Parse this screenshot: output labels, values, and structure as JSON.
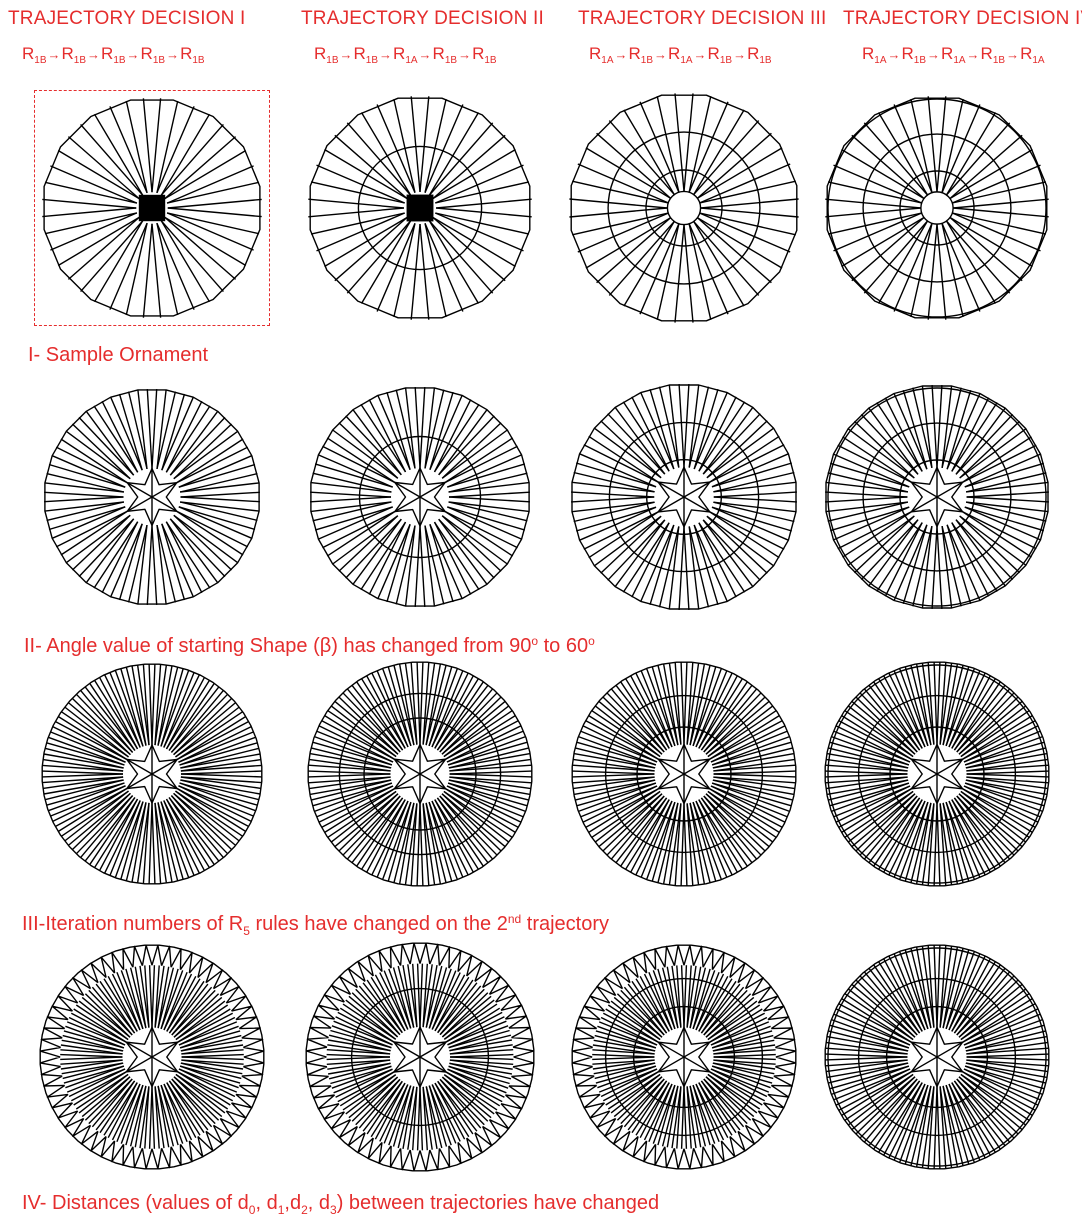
{
  "columns": [
    {
      "title": "TRAJECTORY DECISION I",
      "sequence": [
        "1B",
        "1B",
        "1B",
        "1B",
        "1B"
      ]
    },
    {
      "title": "TRAJECTORY DECISION II",
      "sequence": [
        "1B",
        "1B",
        "1A",
        "1B",
        "1B"
      ]
    },
    {
      "title": "TRAJECTORY DECISION III",
      "sequence": [
        "1A",
        "1B",
        "1A",
        "1B",
        "1B"
      ]
    },
    {
      "title": "TRAJECTORY DECISION IV",
      "sequence": [
        "1A",
        "1B",
        "1A",
        "1B",
        "1A"
      ]
    }
  ],
  "rule_letter": "R",
  "arrow": "→",
  "rows": [
    {
      "caption": "I- Sample Ornament"
    },
    {
      "caption_parts": [
        "II- Angle value of starting Shape (β) has changed from 90",
        "o",
        " to 60",
        "o"
      ]
    },
    {
      "caption_parts": [
        "III-Iteration numbers of R",
        "5",
        " rules have changed on the 2",
        "nd",
        " trajectory"
      ]
    },
    {
      "caption_parts": [
        "IV- Distances (values of d",
        "0",
        ", d",
        "1",
        ",d",
        "2",
        ", d",
        "3",
        ") between trajectories have changed"
      ]
    }
  ],
  "ornaments": [
    {
      "name": "ornament-r1-c1",
      "sides": 16,
      "spokes": 20,
      "rings": [],
      "center": "square",
      "double_border": false
    },
    {
      "name": "ornament-r1-c2",
      "sides": 16,
      "spokes": 20,
      "rings": [
        0.55
      ],
      "center": "square",
      "double_border": false
    },
    {
      "name": "ornament-r1-c3",
      "sides": 16,
      "spokes": 20,
      "rings": [
        0.33,
        0.66
      ],
      "center": "circle",
      "double_border": false
    },
    {
      "name": "ornament-r1-c4",
      "sides": 16,
      "spokes": 20,
      "rings": [
        0.33,
        0.66
      ],
      "center": "circle",
      "double_border": true
    },
    {
      "name": "ornament-r2-c1",
      "sides": 24,
      "spokes": 36,
      "rings": [],
      "center": "star",
      "double_border": false
    },
    {
      "name": "ornament-r2-c2",
      "sides": 24,
      "spokes": 36,
      "rings": [
        0.55
      ],
      "center": "star",
      "double_border": false
    },
    {
      "name": "ornament-r2-c3",
      "sides": 24,
      "spokes": 36,
      "rings": [
        0.33,
        0.66
      ],
      "center": "star",
      "double_border": false
    },
    {
      "name": "ornament-r2-c4",
      "sides": 24,
      "spokes": 36,
      "rings": [
        0.33,
        0.66
      ],
      "center": "star",
      "double_border": true
    },
    {
      "name": "ornament-r3-c1",
      "sides": 48,
      "spokes": 60,
      "rings": [],
      "center": "star",
      "double_border": false
    },
    {
      "name": "ornament-r3-c2",
      "sides": 48,
      "spokes": 60,
      "rings": [
        0.5,
        0.72
      ],
      "center": "star",
      "double_border": false
    },
    {
      "name": "ornament-r3-c3",
      "sides": 48,
      "spokes": 60,
      "rings": [
        0.42,
        0.7
      ],
      "center": "star",
      "double_border": false
    },
    {
      "name": "ornament-r3-c4",
      "sides": 48,
      "spokes": 60,
      "rings": [
        0.42,
        0.7
      ],
      "center": "star",
      "double_border": true
    },
    {
      "name": "ornament-r4-c1",
      "sides": 48,
      "spokes": 60,
      "rings": [],
      "center": "star",
      "double_border": false,
      "spiky": true
    },
    {
      "name": "ornament-r4-c2",
      "sides": 48,
      "spokes": 60,
      "rings": [
        0.6
      ],
      "center": "star",
      "double_border": false,
      "spiky": true
    },
    {
      "name": "ornament-r4-c3",
      "sides": 48,
      "spokes": 60,
      "rings": [
        0.45,
        0.7
      ],
      "center": "star",
      "double_border": false,
      "spiky": true
    },
    {
      "name": "ornament-r4-c4",
      "sides": 48,
      "spokes": 60,
      "rings": [
        0.45,
        0.7
      ],
      "center": "star",
      "double_border": true,
      "spiky": false
    }
  ]
}
